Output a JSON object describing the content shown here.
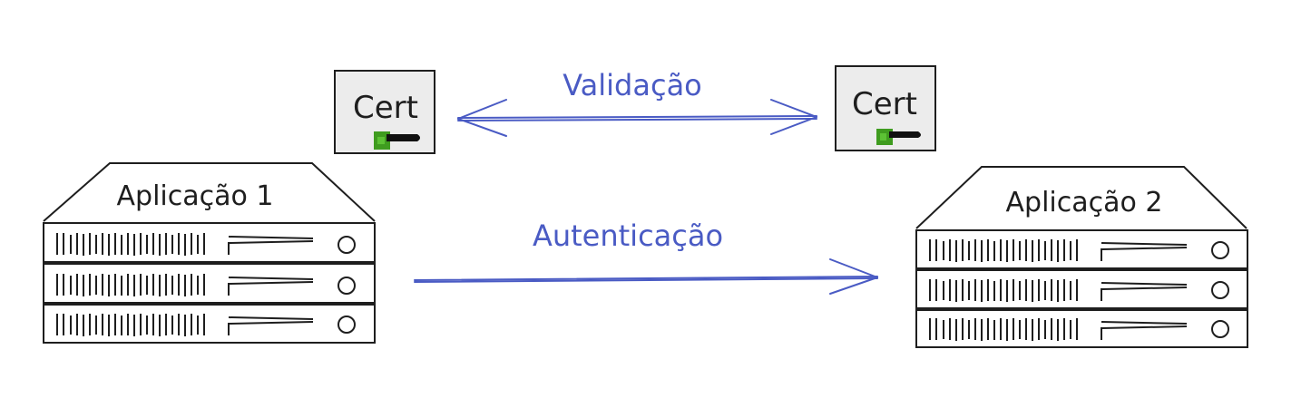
{
  "diagram": {
    "cert_left": {
      "label": "Cert"
    },
    "cert_right": {
      "label": "Cert"
    },
    "app_left": {
      "label": "Aplicação 1"
    },
    "app_right": {
      "label": "Aplicação 2"
    },
    "validation_arrow": {
      "label": "Validação"
    },
    "auth_arrow": {
      "label": "Autenticação"
    }
  },
  "colors": {
    "stroke": "#1e1e1e",
    "arrow": "#4a5bc4",
    "cert_fill": "#ececec",
    "key_green": "#3f9c1f",
    "key_black": "#111111"
  }
}
